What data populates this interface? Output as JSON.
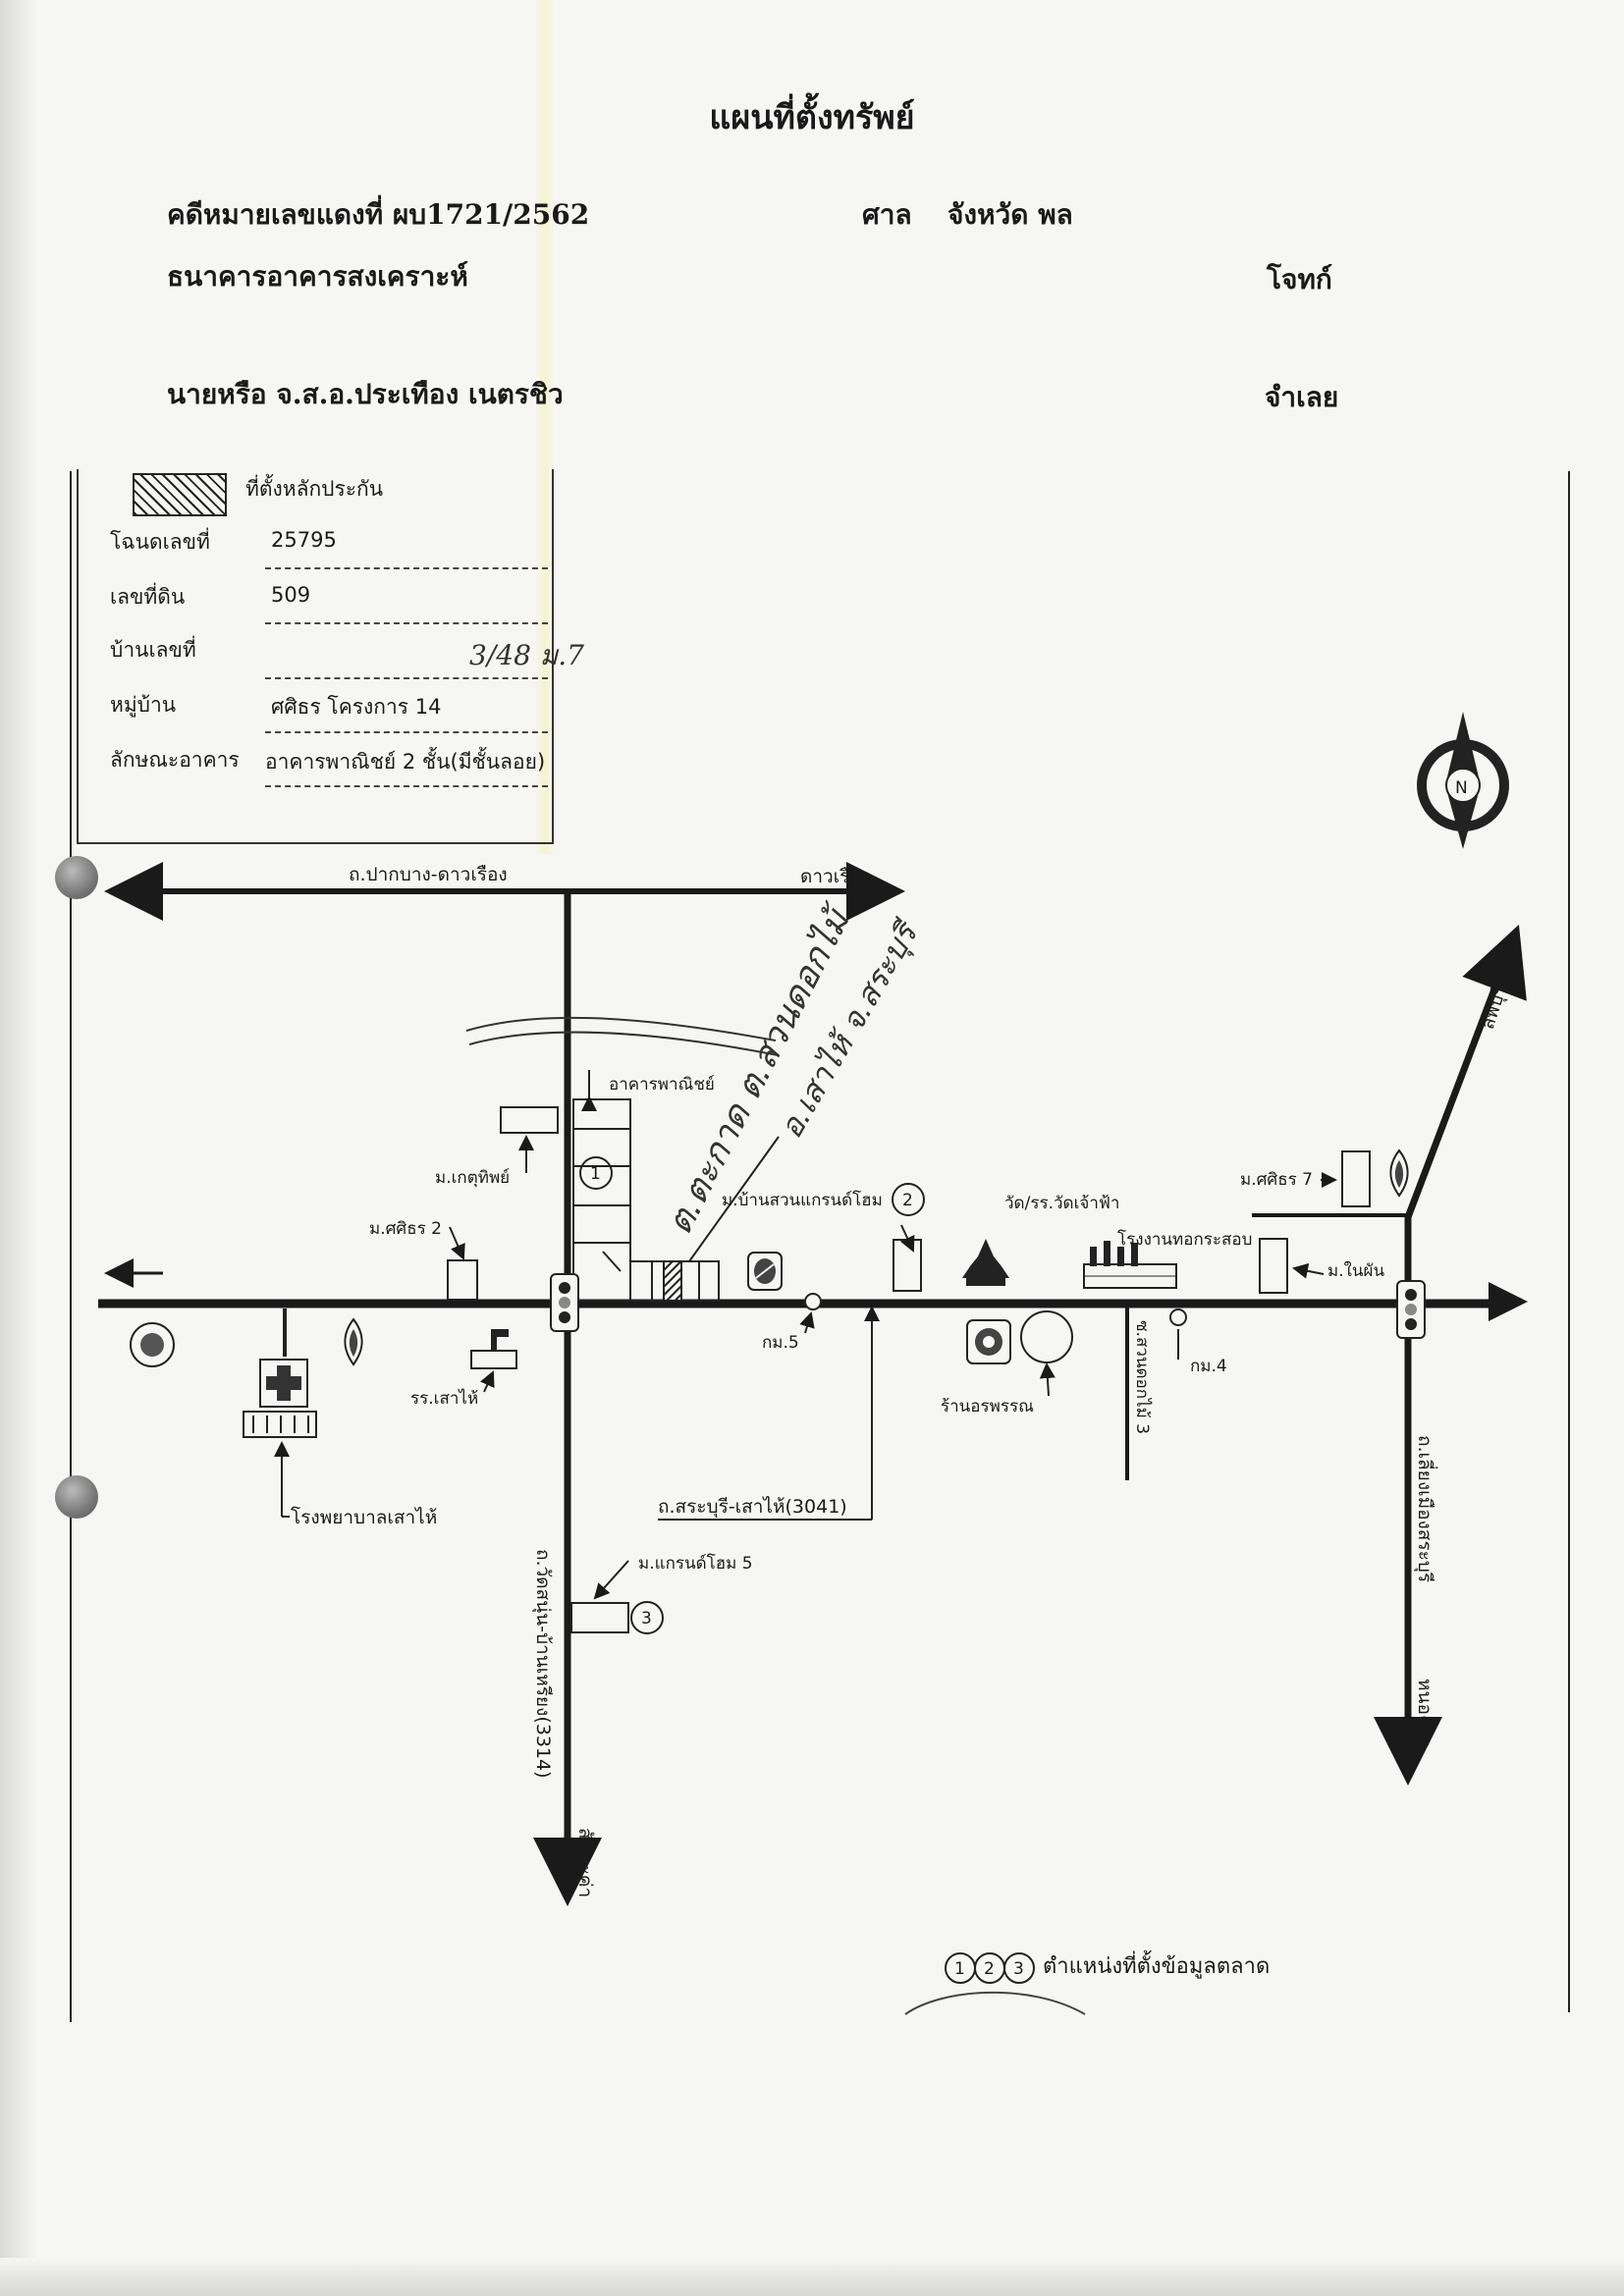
{
  "document": {
    "title": "แผนที่ตั้งทรัพย์",
    "case_no": "คดีหมายเลขแดงที่ ผบ1721/2562",
    "court_label": "ศาล",
    "court_name": "จังหวัด พล",
    "plaintiff": "ธนาคารอาคารสงเคราะห์",
    "plaintiff_role": "โจทก์",
    "defendant": "นายหรือ จ.ส.อ.ประเทือง เนตรชิว",
    "defendant_role": "จำเลย"
  },
  "legend": {
    "collateral_label": "ที่ตั้งหลักประกัน",
    "deed_label": "โฉนดเลขที่",
    "deed_value": "25795",
    "land_no_label": "เลขที่ดิน",
    "land_no_value": "509",
    "house_no_label": "บ้านเลขที่",
    "house_no_value": "3/48 ม.7",
    "village_label": "หมู่บ้าน",
    "village_value": "ศศิธร โครงการ 14",
    "building_label": "ลักษณะอาคาร",
    "building_value": "อาคารพาณิชย์ 2 ชั้น(มีชั้นลอย)"
  },
  "map": {
    "road_pakbang": "ถ.ปากบาง-ดาวเรือง",
    "dao_rueang": "ดาวเรือง",
    "road_saraburi": "ถ.สระบุรี-เสาไห้(3041)",
    "road_watsanu": "ถ.วัดสนุ่น-บ้านเหรียง(3314)",
    "road_bypass": "ถ.เลี่ยงเมืองสระบุรี",
    "lopburi": "ลพบุรี",
    "nongkae": "หนองแค",
    "sanamchai": "สันนะค่า",
    "north": "N",
    "commercial_building": "อาคารพาณิชย์",
    "m_ketthip": "ม.เกตุทิพย์",
    "m_sasithorn2": "ม.ศศิธร 2",
    "m_suangrand": "ม.บ้านสวนแกรนด์โฮม",
    "wat": "วัด/รร.วัดเจ้าฟ้า",
    "factory": "โรงงานทอกระสอบ",
    "m_sasithorn7": "ม.ศศิธร 7",
    "m_naiphan": "ม.ในผัน",
    "km5": "กม.5",
    "km4": "กม.4",
    "shop": "ร้านอรพรรณ",
    "soi": "ซ.สวนดอกไม้ 3",
    "school": "รร.เสาไห้",
    "hospital": "โรงพยาบาลเสาไห้",
    "m_grand5": "ม.แกรนด์โฮม 5",
    "m1": "1",
    "m2": "2",
    "m3": "3",
    "market_legend": "ตำแหน่งที่ตั้งข้อมูลตลาด",
    "handwritten_line1": "ต.ตะกาด ต.สวนดอกไม้",
    "handwritten_line2": "อ.เสาไห้ จ.สระบุรี"
  }
}
